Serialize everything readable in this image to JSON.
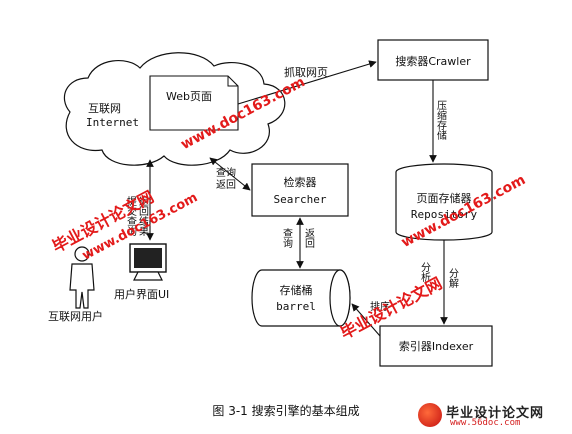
{
  "diagram": {
    "nodes": {
      "internet": "互联网\nInternet",
      "web_page": "Web页面",
      "crawler": "搜索器Crawler",
      "repository": "页面存储器\nRepository",
      "searcher": "检索器\nSearcher",
      "barrel": "存储桶\nbarrel",
      "indexer": "索引器Indexer",
      "user_ui": "用户界面UI",
      "internet_user": "互联网用户"
    },
    "edge_labels": {
      "fetch_page": "抓取网页",
      "compress_store": "压缩存储",
      "query_return_internet": "查询\n返回",
      "submit_query_return": "提交查询\n返回结果",
      "query_return_barrel": "查询\n返回",
      "analyze": "分析",
      "segment": "分解",
      "sort": "排序"
    }
  },
  "caption": "图 3-1  搜索引擎的基本组成",
  "watermark": {
    "text_cn": "毕业设计论文网",
    "text_url": "www.doc163.com",
    "logo_cn": "毕业设计论文网",
    "logo_url": "www.56doc.com"
  }
}
